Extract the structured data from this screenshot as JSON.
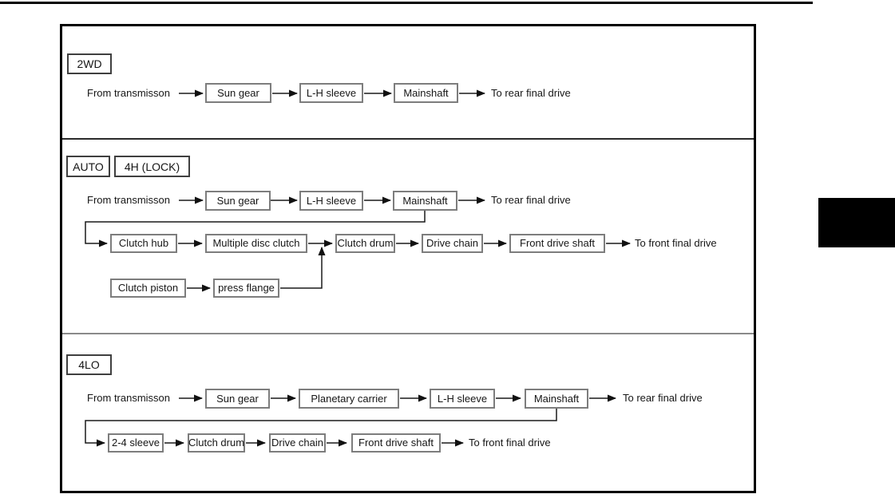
{
  "sections": [
    {
      "id": "2wd",
      "mode_labels": [
        "2WD"
      ],
      "row1": {
        "from": "From transmisson",
        "nodes": [
          "Sun gear",
          "L-H sleeve",
          "Mainshaft"
        ],
        "to": "To rear final drive"
      }
    },
    {
      "id": "auto-4h-lock",
      "mode_labels": [
        "AUTO",
        "4H (LOCK)"
      ],
      "row1": {
        "from": "From transmisson",
        "nodes": [
          "Sun gear",
          "L-H sleeve",
          "Mainshaft"
        ],
        "to": "To rear final drive"
      },
      "row2": {
        "nodes": [
          "Clutch hub",
          "Multiple disc clutch",
          "Clutch drum",
          "Drive chain",
          "Front drive shaft"
        ],
        "to": "To front final drive"
      },
      "row3": {
        "nodes": [
          "Clutch piston",
          "press flange"
        ]
      }
    },
    {
      "id": "4lo",
      "mode_labels": [
        "4LO"
      ],
      "row1": {
        "from": "From transmisson",
        "nodes": [
          "Sun gear",
          "Planetary carrier",
          "L-H sleeve",
          "Mainshaft"
        ],
        "to": "To rear final drive"
      },
      "row2": {
        "nodes": [
          "2-4 sleeve",
          "Clutch drum",
          "Drive chain",
          "Front drive shaft"
        ],
        "to": "To front final drive"
      }
    }
  ],
  "colors": {
    "line": "#1a1a1a",
    "node_border": "#7d7d7d",
    "mode_border": "#3f3f3f",
    "outer_border": "#000000",
    "tab_marker": "#000000"
  }
}
